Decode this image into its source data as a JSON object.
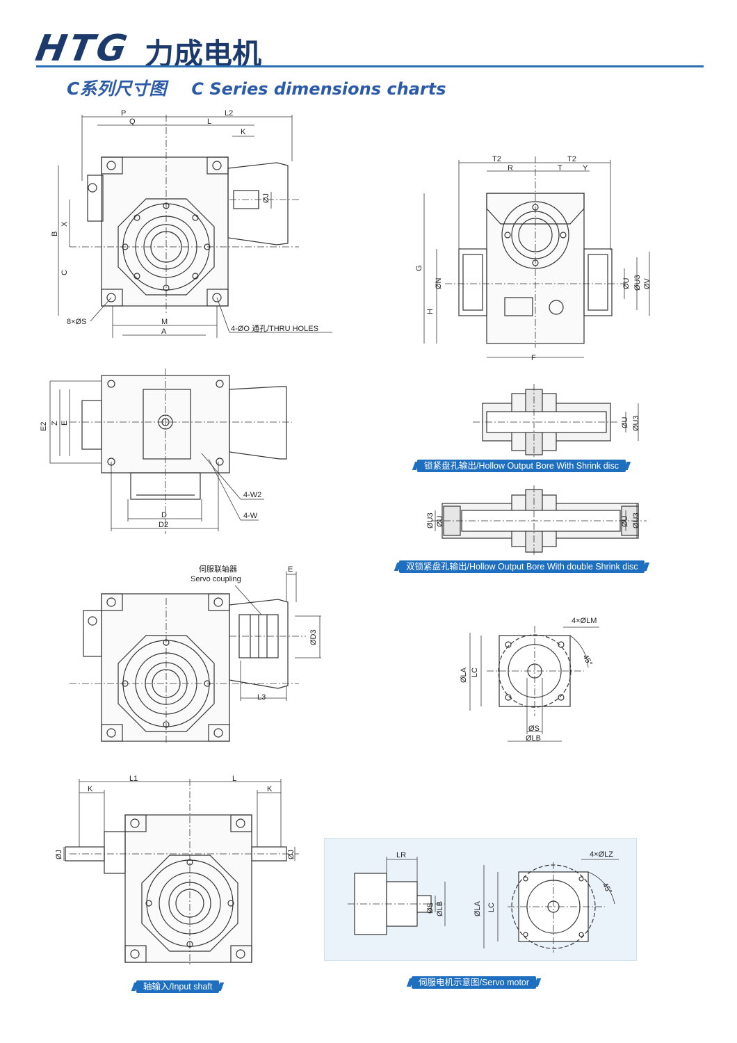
{
  "header": {
    "brand": "HTG",
    "brand_cn": "力成电机",
    "subtitle_cn": "C系列尺寸图",
    "subtitle_en": "C Series dimensions charts"
  },
  "labels": {
    "P": "P",
    "L2": "L2",
    "Q": "Q",
    "L": "L",
    "K": "K",
    "J": "ØJ",
    "B": "B",
    "X": "X",
    "C": "C",
    "S8": "8×ØS",
    "M": "M",
    "A": "A",
    "holes": "4-ØO 通孔/THRU HOLES",
    "E2": "E2",
    "Z": "Z",
    "E": "E",
    "D": "D",
    "D2": "D2",
    "W2": "4-W2",
    "W": "4-W",
    "T2": "T2",
    "R": "R",
    "T": "T",
    "Y": "Y",
    "G": "G",
    "N": "ØN",
    "H": "H",
    "U": "ØU",
    "U3": "ØU3",
    "V": "ØV",
    "F": "F",
    "servo_cn": "伺服联轴器",
    "servo_en": "Servo coupling",
    "D3": "ØD3",
    "L3": "L3",
    "LM": "4×ØLM",
    "deg45": "45°",
    "LA": "ØLA",
    "LC": "LC",
    "S": "ØS",
    "LB": "ØLB",
    "L1": "L1",
    "LR": "LR",
    "LZ": "4×ØLZ"
  },
  "captions": {
    "shrink": "锁紧盘孔输出/Hollow Output Bore With Shrink disc",
    "double_shrink": "双锁紧盘孔输出/Hollow Output Bore With double Shrink disc",
    "input_shaft": "轴输入/Input shaft",
    "servo_motor": "伺服电机示意图/Servo motor"
  },
  "colors": {
    "brand": "#1b3a6b",
    "accent": "#1f6fc1",
    "rule": "#2a6fb2"
  }
}
